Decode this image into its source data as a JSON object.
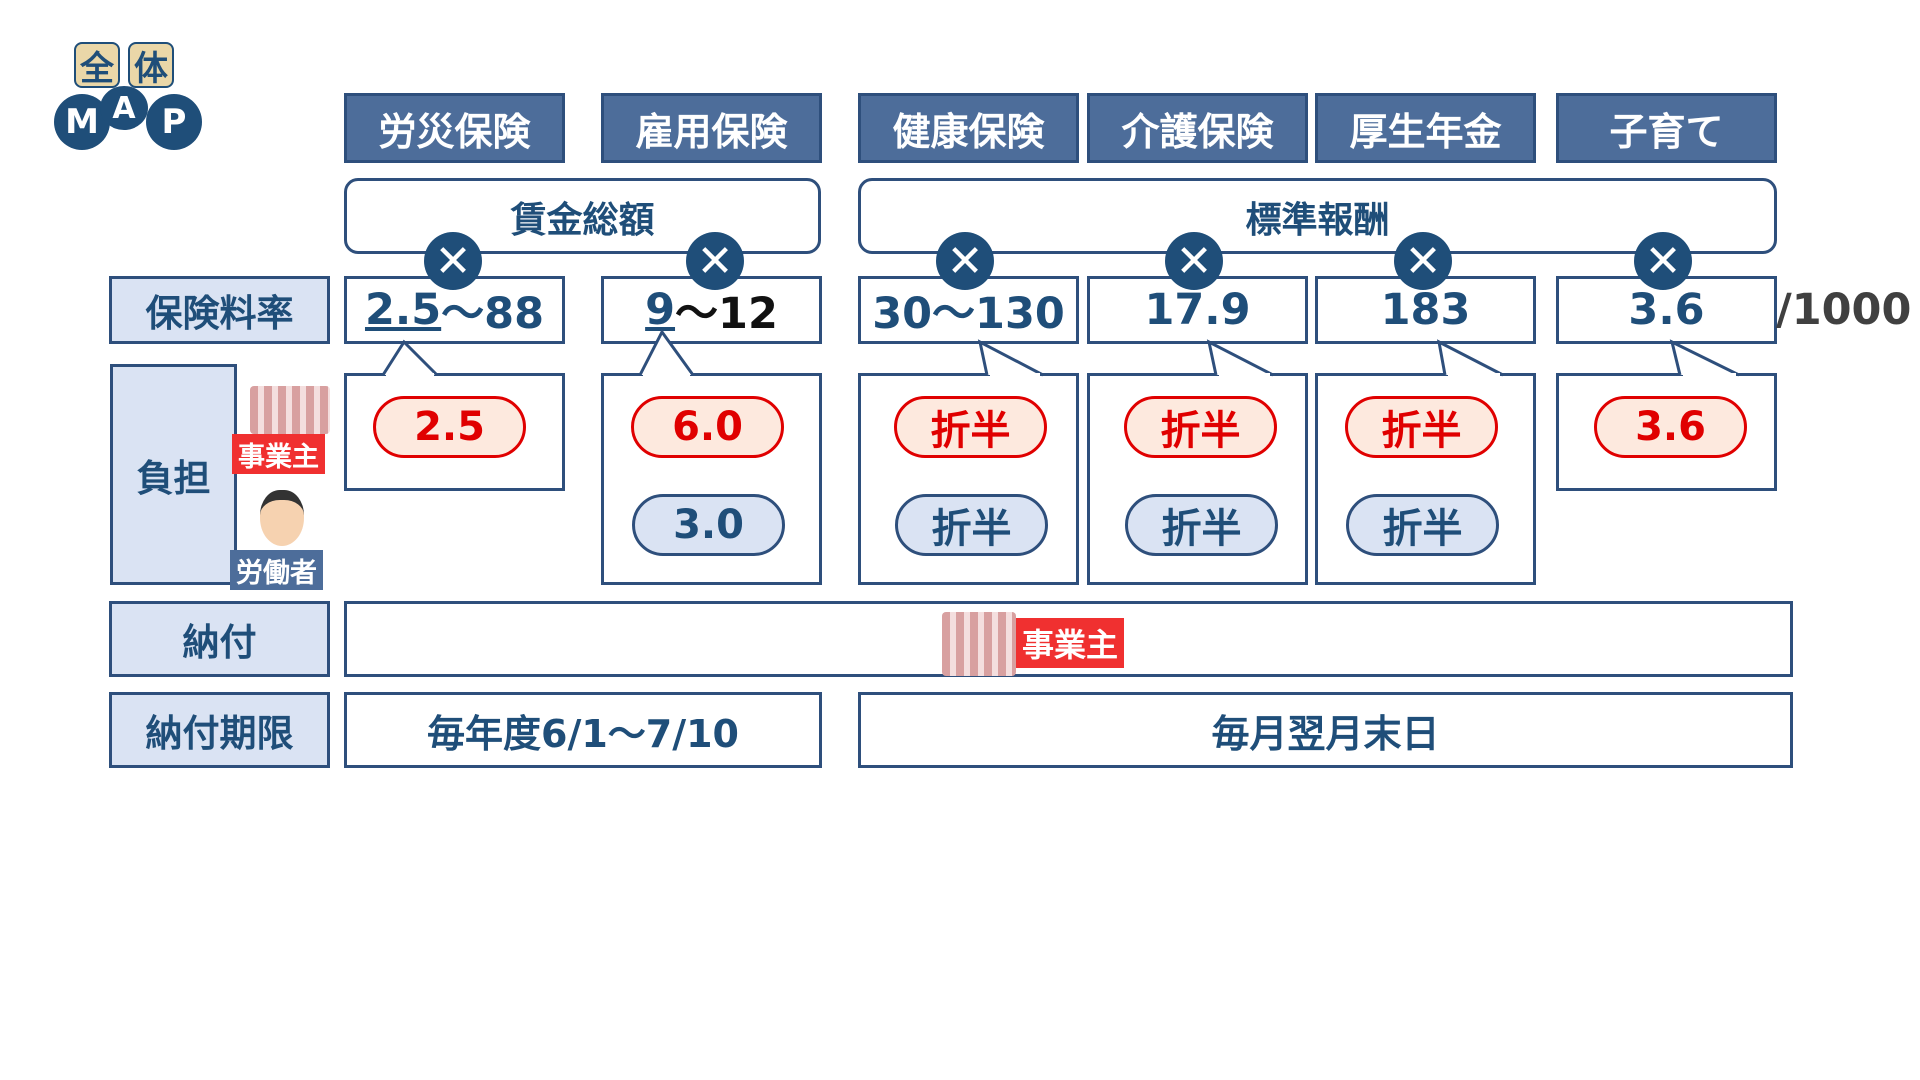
{
  "logo": {
    "top": [
      "全",
      "体"
    ],
    "letters": [
      "M",
      "A",
      "P"
    ]
  },
  "headers": [
    "労災保険",
    "雇用保険",
    "健康保険",
    "介護保険",
    "厚生年金",
    "子育て"
  ],
  "basis": [
    "賃金総額",
    "標準報酬"
  ],
  "row_labels": {
    "rate": "保険料率",
    "burden": "負担",
    "payment": "納付",
    "deadline": "納付期限"
  },
  "multiply_symbol": "✕",
  "rates": [
    {
      "pre": "2.5",
      "post": "〜88"
    },
    {
      "pre": "9",
      "post": "〜12"
    },
    {
      "pre": "",
      "post": "30〜130"
    },
    {
      "pre": "",
      "post": "17.9"
    },
    {
      "pre": "",
      "post": "183"
    },
    {
      "pre": "",
      "post": "3.6"
    }
  ],
  "rate_unit": "/1000",
  "employer": [
    "2.5",
    "6.0",
    "折半",
    "折半",
    "折半",
    "3.6"
  ],
  "worker": [
    "3.0",
    "折半",
    "折半",
    "折半"
  ],
  "roles": {
    "employer": "事業主",
    "worker": "労働者"
  },
  "payment": {
    "payer": "事業主"
  },
  "deadlines": [
    "毎年度6/1〜7/10",
    "毎月翌月末日"
  ]
}
